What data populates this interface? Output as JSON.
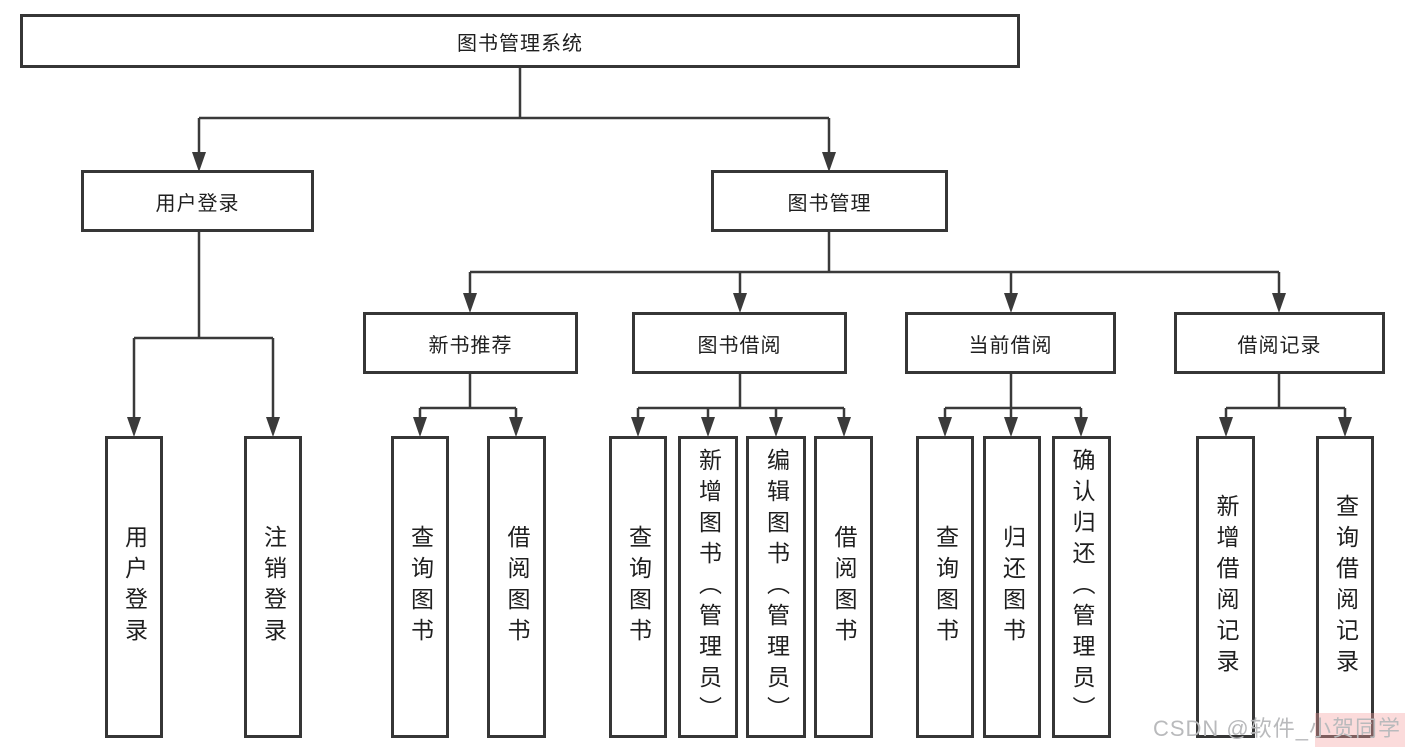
{
  "diagram": {
    "title": "图书管理系统",
    "root": {
      "label": "图书管理系统"
    },
    "level2": [
      {
        "id": "user-login",
        "label": "用户登录"
      },
      {
        "id": "book-management",
        "label": "图书管理"
      }
    ],
    "level3": [
      {
        "id": "new-book-recommendation",
        "label": "新书推荐"
      },
      {
        "id": "book-borrowing",
        "label": "图书借阅"
      },
      {
        "id": "current-borrowing",
        "label": "当前借阅"
      },
      {
        "id": "borrowing-records",
        "label": "借阅记录"
      }
    ],
    "leaves": {
      "user_login": [
        {
          "label": "用户登录"
        },
        {
          "label": "注销登录"
        }
      ],
      "new_book": [
        {
          "label": "查询图书"
        },
        {
          "label": "借阅图书"
        }
      ],
      "book_borrow": [
        {
          "label": "查询图书"
        },
        {
          "label": "新增图书（管理员）"
        },
        {
          "label": "编辑图书（管理员）"
        },
        {
          "label": "借阅图书"
        }
      ],
      "current_borrow": [
        {
          "label": "查询图书"
        },
        {
          "label": "归还图书"
        },
        {
          "label": "确认归还（管理员）"
        }
      ],
      "borrow_records": [
        {
          "label": "新增借阅记录"
        },
        {
          "label": "查询借阅记录"
        }
      ]
    }
  },
  "watermark": {
    "text": "CSDN @软件_小贺同学"
  },
  "colors": {
    "border": "#363636",
    "line": "#3a3a3a",
    "text": "#1f1f1f",
    "background": "#ffffff",
    "watermark": "#b9babc"
  }
}
